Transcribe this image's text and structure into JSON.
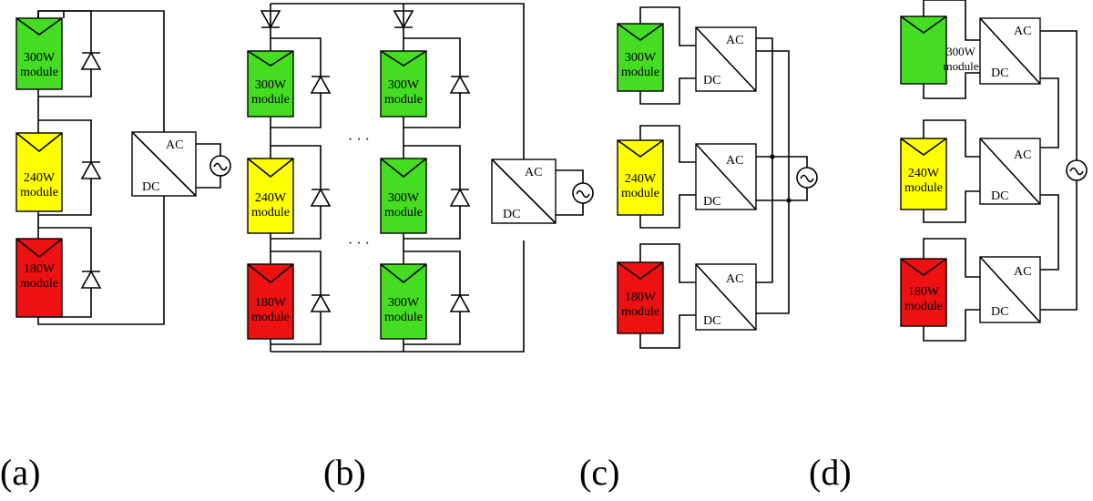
{
  "colors": {
    "green": "#44dd22",
    "yellow": "#ffff00",
    "red": "#ee1111",
    "wire": "#000000"
  },
  "modules": {
    "m300": [
      "300W",
      "module"
    ],
    "m240": [
      "240W",
      "module"
    ],
    "m180": [
      "180W",
      "module"
    ]
  },
  "converter": {
    "ac": "AC",
    "dc": "DC"
  },
  "dots": "· · ·",
  "captions": {
    "a": "(a)",
    "b": "(b)",
    "c": "(c)",
    "d": "(d)"
  }
}
